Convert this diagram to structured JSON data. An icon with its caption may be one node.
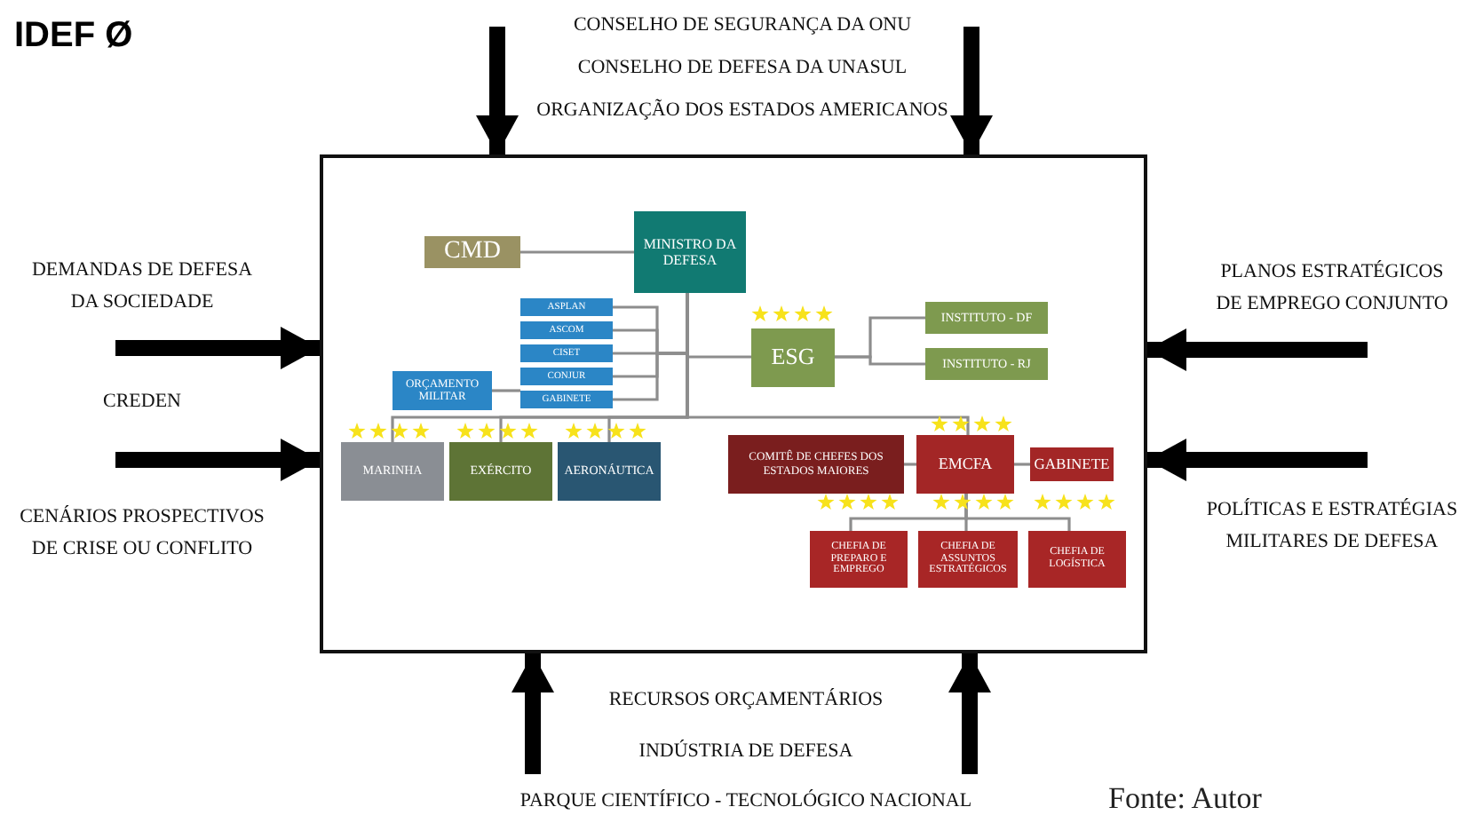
{
  "diagram": {
    "title": "IDEF Ø",
    "caption": "Fonte: Autor",
    "nodes": [
      {
        "text": [],
        "shape": "box"
      },
      {
        "text": [
          "CMD"
        ],
        "in": 0
      },
      {
        "text": [
          "MINISTRO DA DEFESA"
        ],
        "in": 0
      },
      {
        "text": [
          "ASPLAN"
        ],
        "in": 0
      },
      {
        "text": [
          "ASCOM"
        ],
        "in": 0
      },
      {
        "text": [
          "CISET"
        ],
        "in": 0
      },
      {
        "text": [
          "CONJUR"
        ],
        "in": 0
      },
      {
        "text": [
          "GABINETE"
        ],
        "in": 0
      },
      {
        "text": [
          "ORÇAMENTO MILITAR"
        ],
        "in": 0
      },
      {
        "text": [
          "ESG"
        ],
        "in": 0
      },
      {
        "text": [
          "INSTITUTO - DF"
        ],
        "in": 0
      },
      {
        "text": [
          "INSTITUTO - RJ"
        ],
        "in": 0
      },
      {
        "text": [
          "MARINHA"
        ],
        "in": 0
      },
      {
        "text": [
          "EXÉRCITO"
        ],
        "in": 0
      },
      {
        "text": [
          "AERONÁUTICA"
        ],
        "in": 0
      },
      {
        "text": [
          "COMITÊ DE CHEFES DOS ESTADOS MAIORES"
        ],
        "in": 0
      },
      {
        "text": [
          "EMCFA"
        ],
        "in": 0
      },
      {
        "text": [
          "GABINETE"
        ],
        "in": 0
      },
      {
        "text": [
          "CHEFIA DE PREPARO E EMPREGO"
        ],
        "in": 0
      },
      {
        "text": [
          "CHEFIA DE ASSUNTOS ESTRATÉGICOS"
        ],
        "in": 0
      },
      {
        "text": [
          "CHEFIA DE LOGÍSTICA"
        ],
        "in": 0
      }
    ],
    "edges": [
      {
        "from": 1,
        "to": 2,
        "arrow": "none"
      },
      {
        "from": 2,
        "to": 3,
        "arrow": "none"
      },
      {
        "from": 2,
        "to": 4,
        "arrow": "none"
      },
      {
        "from": 2,
        "to": 5,
        "arrow": "none"
      },
      {
        "from": 2,
        "to": 6,
        "arrow": "none"
      },
      {
        "from": 2,
        "to": 7,
        "arrow": "none"
      },
      {
        "from": 2,
        "to": 9,
        "arrow": "none"
      },
      {
        "from": 8,
        "to": 7,
        "arrow": "none"
      },
      {
        "from": 2,
        "to": 12,
        "arrow": "none"
      },
      {
        "from": 2,
        "to": 13,
        "arrow": "none"
      },
      {
        "from": 2,
        "to": 14,
        "arrow": "none"
      },
      {
        "from": 2,
        "to": 16,
        "arrow": "none"
      },
      {
        "from": 9,
        "to": 10,
        "arrow": "none"
      },
      {
        "from": 9,
        "to": 11,
        "arrow": "none"
      },
      {
        "from": 15,
        "to": 16,
        "arrow": "none"
      },
      {
        "from": 16,
        "to": 17,
        "arrow": "none"
      },
      {
        "from": 16,
        "to": 18,
        "arrow": "none"
      },
      {
        "from": 16,
        "to": 19,
        "arrow": "none"
      },
      {
        "from": 16,
        "to": 20,
        "arrow": "none"
      },
      {
        "from": null,
        "to": 0,
        "arrow": "to",
        "style": "thick",
        "color": "#000000"
      },
      {
        "from": null,
        "to": 0,
        "arrow": "to",
        "style": "thick",
        "color": "#000000"
      },
      {
        "from": null,
        "to": 0,
        "arrow": "to",
        "style": "thick",
        "color": "#000000"
      },
      {
        "from": null,
        "to": 0,
        "arrow": "to",
        "style": "thick",
        "color": "#000000"
      },
      {
        "from": null,
        "to": 0,
        "arrow": "to",
        "style": "thick",
        "color": "#000000"
      },
      {
        "from": null,
        "to": 0,
        "arrow": "to",
        "style": "thick",
        "color": "#000000"
      },
      {
        "from": null,
        "to": 0,
        "arrow": "to",
        "style": "thick",
        "color": "#000000"
      },
      {
        "from": null,
        "to": 0,
        "arrow": "to",
        "style": "thick",
        "color": "#000000"
      }
    ],
    "labels": [
      "CONSELHO DE SEGURANÇA DA ONU",
      "CONSELHO DE DEFESA DA UNASUL",
      "ORGANIZAÇÃO DOS ESTADOS AMERICANOS",
      "DEMANDAS DE DEFESA DA SOCIEDADE",
      "PLANOS ESTRATÉGICOS DE EMPREGO CONJUNTO",
      "CREDEN",
      "CENÁRIOS PROSPECTIVOS DE CRISE OU CONFLITO",
      "POLÍTICAS E ESTRATÉGIAS MILITARES DE DEFESA",
      "RECURSOS ORÇAMENTÁRIOS",
      "INDÚSTRIA DE DEFESA",
      "PARQUE CIENTÍFICO - TECNOLÓGICO NACIONAL"
    ]
  }
}
